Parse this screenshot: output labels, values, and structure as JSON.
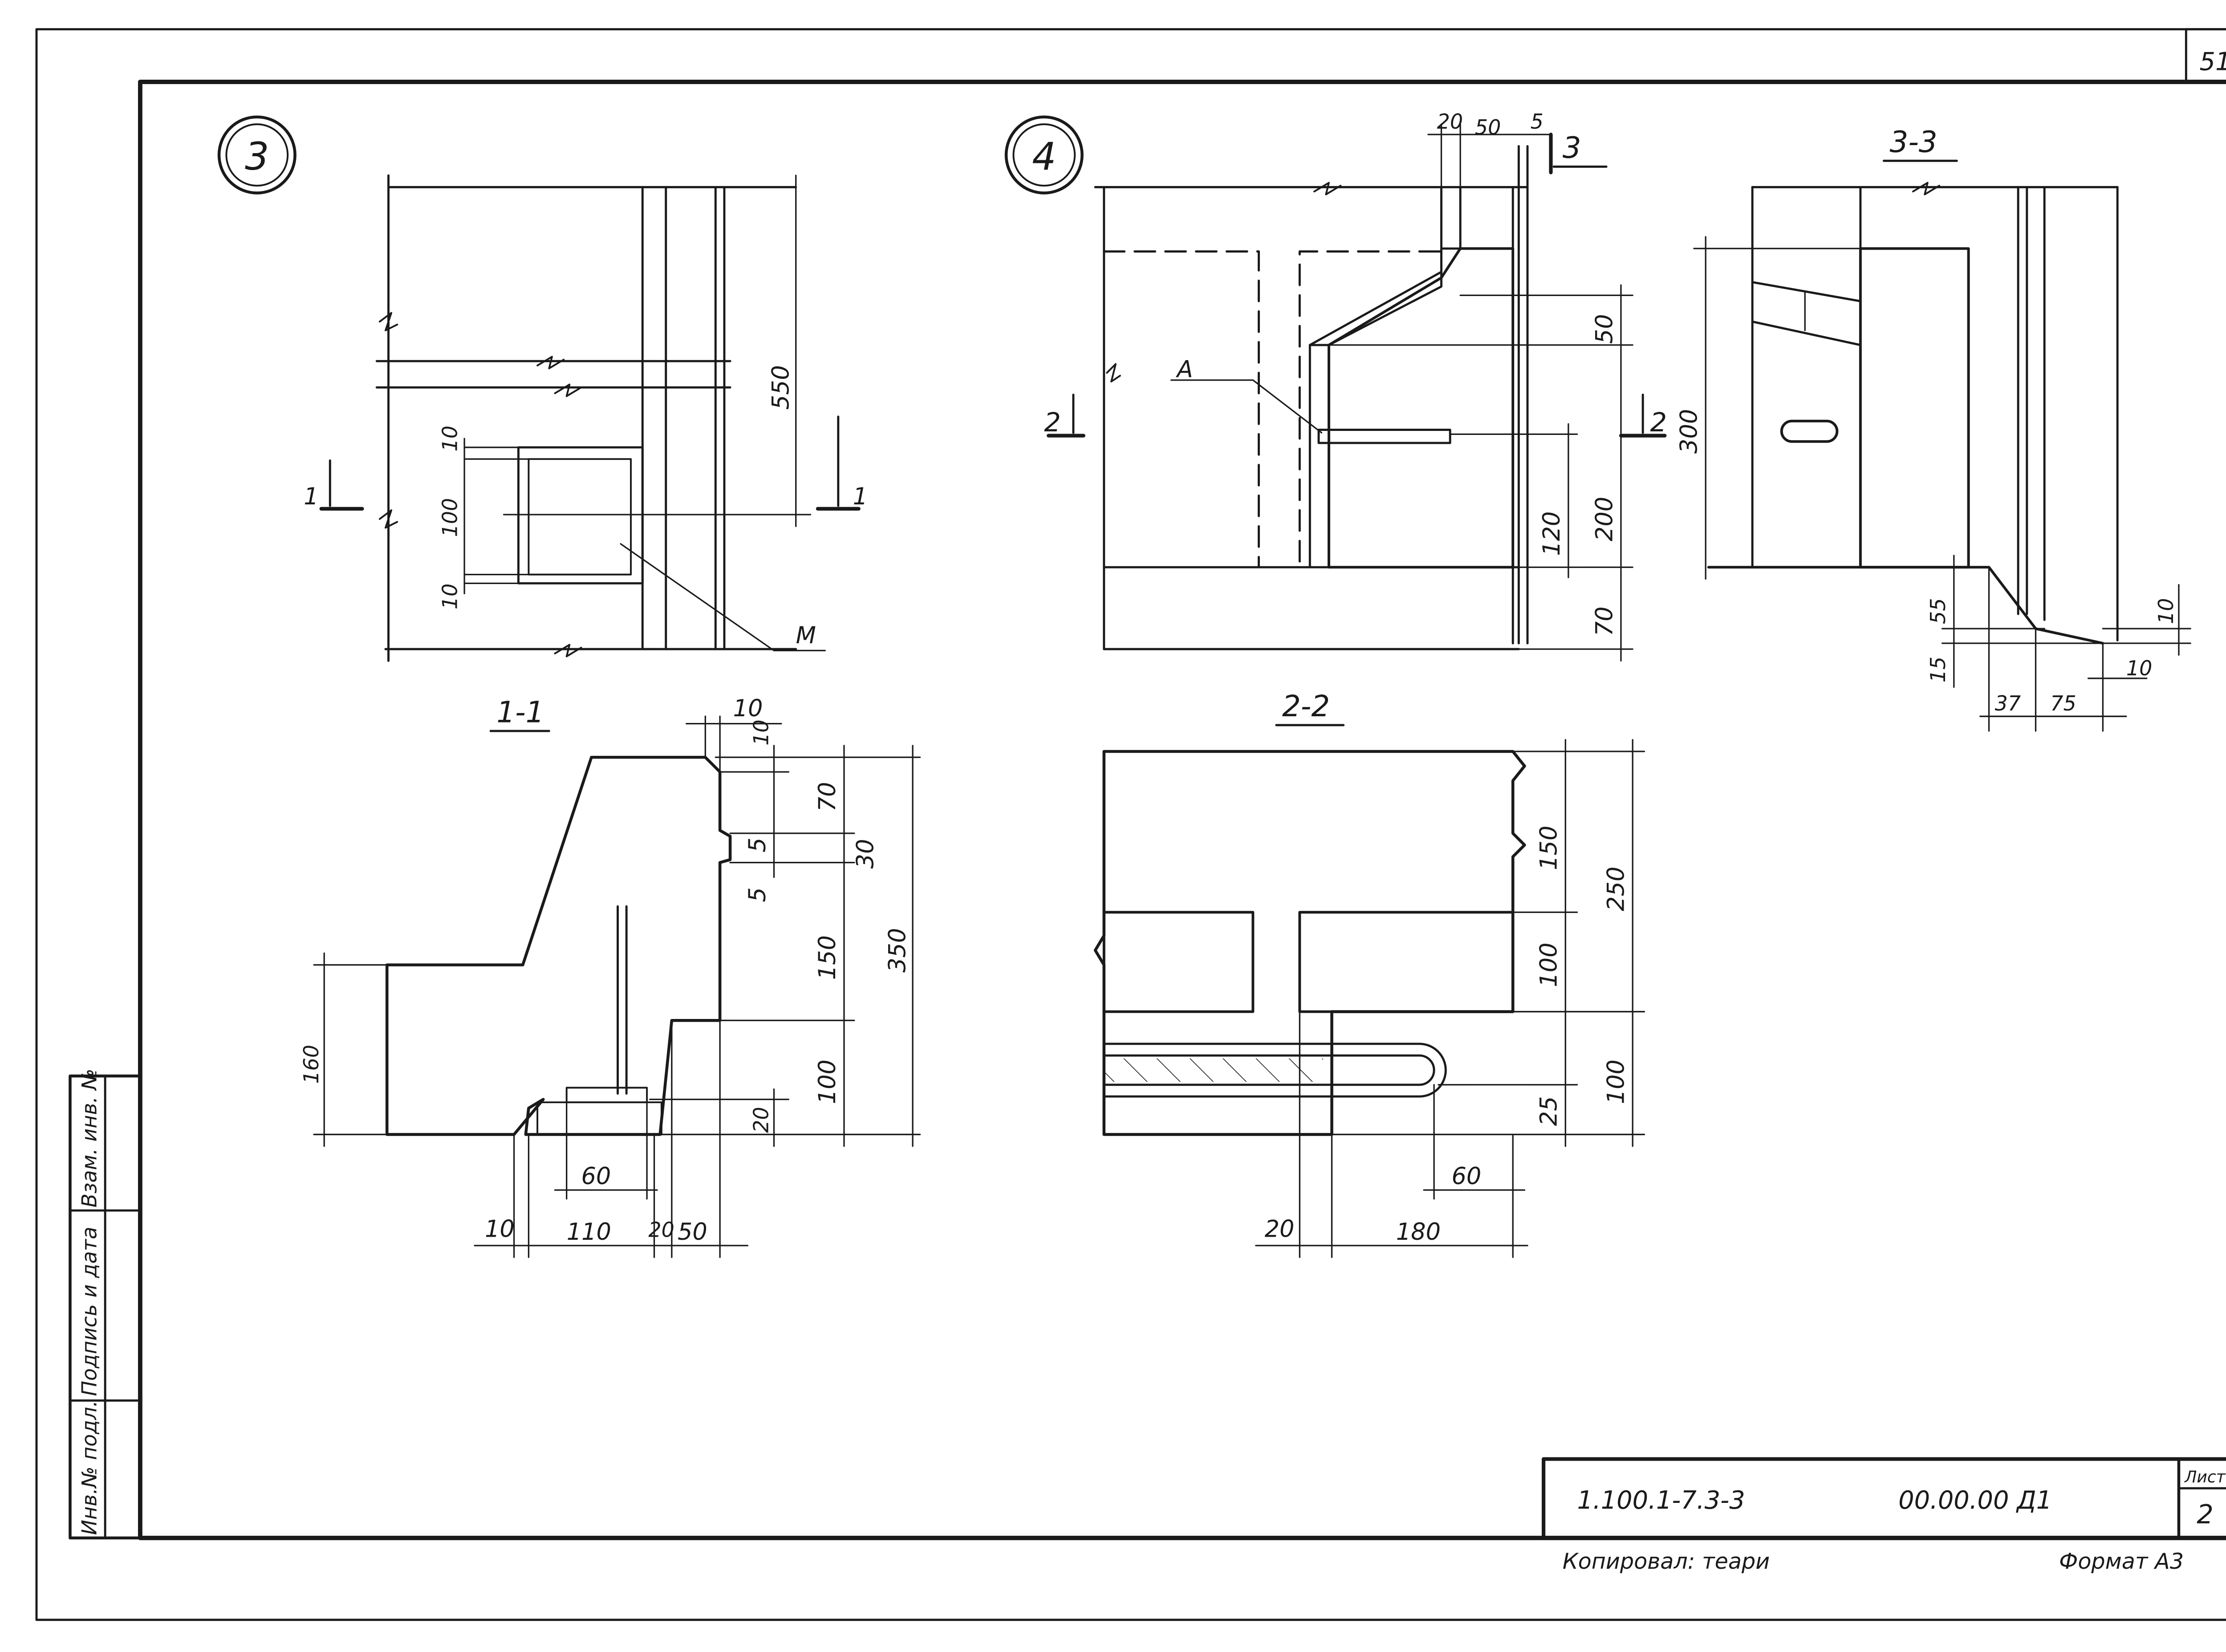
{
  "page_number": "51",
  "views": {
    "node3": {
      "number": "3",
      "dims": {
        "d550": "550",
        "d10a": "10",
        "d100": "100",
        "d10b": "10"
      },
      "callout_m": "М",
      "section_mark": "1"
    },
    "sec11": {
      "title": "1-1",
      "dims": {
        "d10top": "10",
        "d10r": "10",
        "d70": "70",
        "d5a": "5",
        "d30": "30",
        "d5b": "5",
        "d150": "150",
        "d350": "350",
        "d100": "100",
        "d20": "20",
        "d160": "160",
        "d60": "60",
        "d10b": "10",
        "d110": "110",
        "d20b": "20",
        "d50": "50"
      }
    },
    "node4": {
      "number": "4",
      "dims": {
        "d20": "20",
        "d50t": "50",
        "d5": "5",
        "d50": "50",
        "d200": "200",
        "d120": "120",
        "d70": "70"
      },
      "callout_a": "А",
      "section_mark_2": "2",
      "section_mark_3": "3"
    },
    "sec22": {
      "title": "2-2",
      "dims": {
        "d150": "150",
        "d250": "250",
        "d100": "100",
        "d100b": "100",
        "d25": "25",
        "d60": "60",
        "d20": "20",
        "d180": "180"
      }
    },
    "sec33": {
      "title": "3-3",
      "dims": {
        "d300": "300",
        "d55": "55",
        "d15": "15",
        "d10": "10",
        "d10b": "10",
        "d37": "37",
        "d75": "75"
      }
    }
  },
  "side_stamp": {
    "cells": [
      "Инв.№ подл.",
      "Подпись и дата",
      "Взам. инв. №"
    ]
  },
  "title_block": {
    "designation": "1.100.1-7.3-3",
    "code": "00.00.00 Д1",
    "sheet_label": "Лист",
    "sheet_number": "2"
  },
  "footer": {
    "copied": "Копировал: теари",
    "format": "Формат А3"
  },
  "colors": {
    "ink": "#1a1a1a",
    "paper": "#ffffff"
  }
}
